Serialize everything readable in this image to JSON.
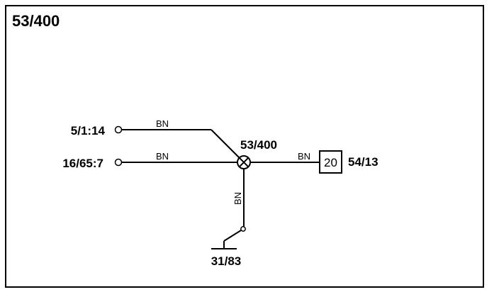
{
  "diagram": {
    "title": "53/400",
    "connectors": {
      "left_top": "5/1:14",
      "left_bottom": "16/65:7",
      "junction": "53/400",
      "right_component": "54/13",
      "right_component_pin": "20",
      "ground": "31/83"
    },
    "wires": {
      "top_wire_color": "BN",
      "middle_wire_color": "BN",
      "right_wire_color": "BN",
      "vertical_wire_color": "BN"
    },
    "colors": {
      "line": "#000000",
      "background": "#ffffff"
    }
  }
}
